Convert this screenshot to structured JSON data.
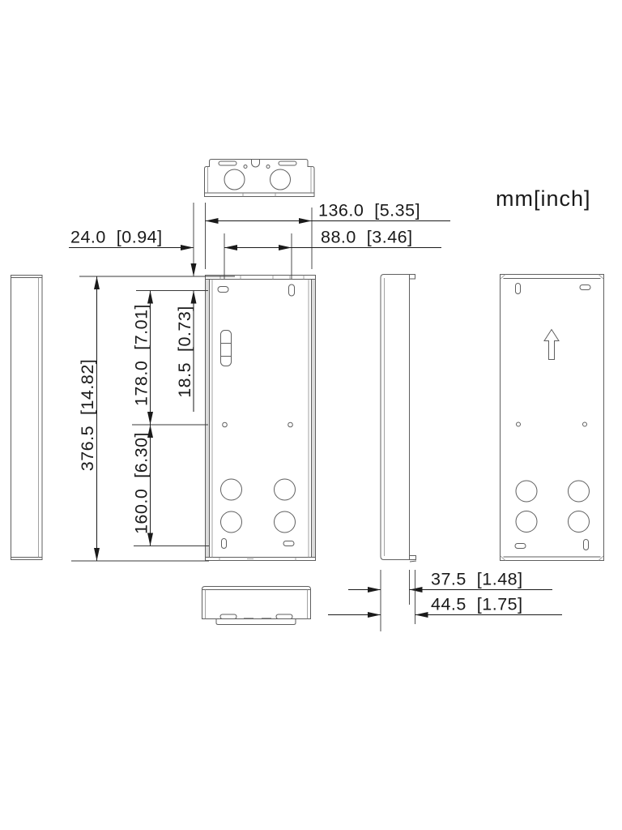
{
  "units_label": "mm[inch]",
  "dimensions": {
    "top_width": "136.0  [5.35]",
    "anchor_spacing": "88.0  [3.46]",
    "left_offset": "24.0  [0.94]",
    "overall_height": "376.5  [14.82]",
    "upper_hole_span": "178.0  [7.01]",
    "top_slot_offset": "18.5  [0.73]",
    "lower_hole_span": "160.0  [6.30]",
    "body_depth": "37.5  [1.48]",
    "overall_depth": "44.5  [1.75]"
  },
  "colors": {
    "background": "#ffffff",
    "part_line": "#5f5f5f",
    "dimension_line": "#1a1a1a",
    "text": "#1a1a1a"
  }
}
